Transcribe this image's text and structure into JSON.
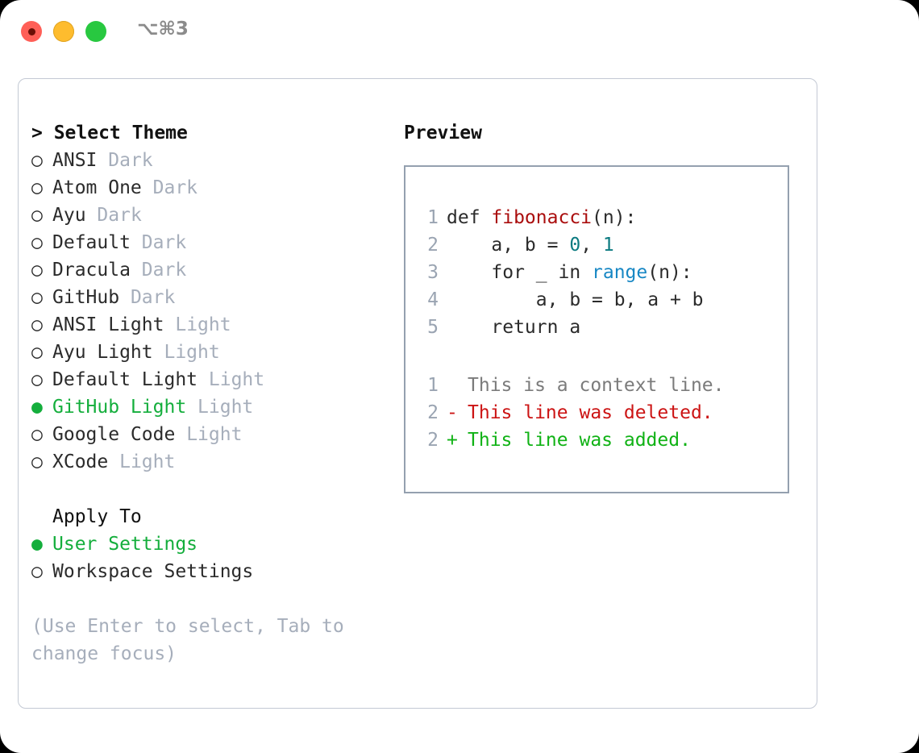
{
  "titlebar": {
    "shortcut": "⌥⌘3",
    "lights": [
      {
        "name": "close",
        "color": "#ff5f57"
      },
      {
        "name": "minimize",
        "color": "#febc2e"
      },
      {
        "name": "maximize",
        "color": "#28c840"
      }
    ]
  },
  "theme_panel": {
    "header": "> Select Theme",
    "options": [
      {
        "marker": "○",
        "label": "ANSI",
        "variant": "Dark",
        "selected": false
      },
      {
        "marker": "○",
        "label": "Atom One",
        "variant": "Dark",
        "selected": false
      },
      {
        "marker": "○",
        "label": "Ayu",
        "variant": "Dark",
        "selected": false
      },
      {
        "marker": "○",
        "label": "Default",
        "variant": "Dark",
        "selected": false
      },
      {
        "marker": "○",
        "label": "Dracula",
        "variant": "Dark",
        "selected": false
      },
      {
        "marker": "○",
        "label": "GitHub",
        "variant": "Dark",
        "selected": false
      },
      {
        "marker": "○",
        "label": "ANSI Light",
        "variant": "Light",
        "selected": false
      },
      {
        "marker": "○",
        "label": "Ayu Light",
        "variant": "Light",
        "selected": false
      },
      {
        "marker": "○",
        "label": "Default Light",
        "variant": "Light",
        "selected": false
      },
      {
        "marker": "●",
        "label": "GitHub Light",
        "variant": "Light",
        "selected": true
      },
      {
        "marker": "○",
        "label": "Google Code",
        "variant": "Light",
        "selected": false
      },
      {
        "marker": "○",
        "label": "XCode",
        "variant": "Light",
        "selected": false
      }
    ]
  },
  "apply_to": {
    "header": "Apply To",
    "options": [
      {
        "marker": "●",
        "label": "User Settings",
        "selected": true
      },
      {
        "marker": "○",
        "label": "Workspace Settings",
        "selected": false
      }
    ]
  },
  "hint": "(Use Enter to select, Tab to change focus)",
  "preview": {
    "header": "Preview",
    "code_lines": [
      {
        "number": "1",
        "tokens": [
          {
            "text": "def ",
            "type": "plain"
          },
          {
            "text": "fibonacci",
            "type": "func"
          },
          {
            "text": "(n):",
            "type": "plain"
          }
        ]
      },
      {
        "number": "2",
        "tokens": [
          {
            "text": "    a, b = ",
            "type": "plain"
          },
          {
            "text": "0",
            "type": "num"
          },
          {
            "text": ", ",
            "type": "plain"
          },
          {
            "text": "1",
            "type": "num"
          }
        ]
      },
      {
        "number": "3",
        "tokens": [
          {
            "text": "    for _ in ",
            "type": "plain"
          },
          {
            "text": "range",
            "type": "builtin"
          },
          {
            "text": "(n):",
            "type": "plain"
          }
        ]
      },
      {
        "number": "4",
        "tokens": [
          {
            "text": "        a, b = b, a + b",
            "type": "plain"
          }
        ]
      },
      {
        "number": "5",
        "tokens": [
          {
            "text": "    return a",
            "type": "plain"
          }
        ]
      }
    ],
    "diff_lines": [
      {
        "number": "1",
        "sign": " ",
        "text": "This is a context line.",
        "kind": "ctx"
      },
      {
        "number": "2",
        "sign": "-",
        "text": "This line was deleted.",
        "kind": "del"
      },
      {
        "number": "2",
        "sign": "+",
        "text": "This line was added.",
        "kind": "add"
      }
    ]
  },
  "colors": {
    "accent_green": "#14ae3c",
    "muted": "#a6aebb",
    "code_func": "#aa0d0d",
    "code_num": "#0b7a80",
    "code_builtin": "#1787c4",
    "diff_del": "#cc1414",
    "diff_add": "#10b215",
    "panel_border": "#c3c9d4",
    "preview_border": "#94a0af"
  }
}
